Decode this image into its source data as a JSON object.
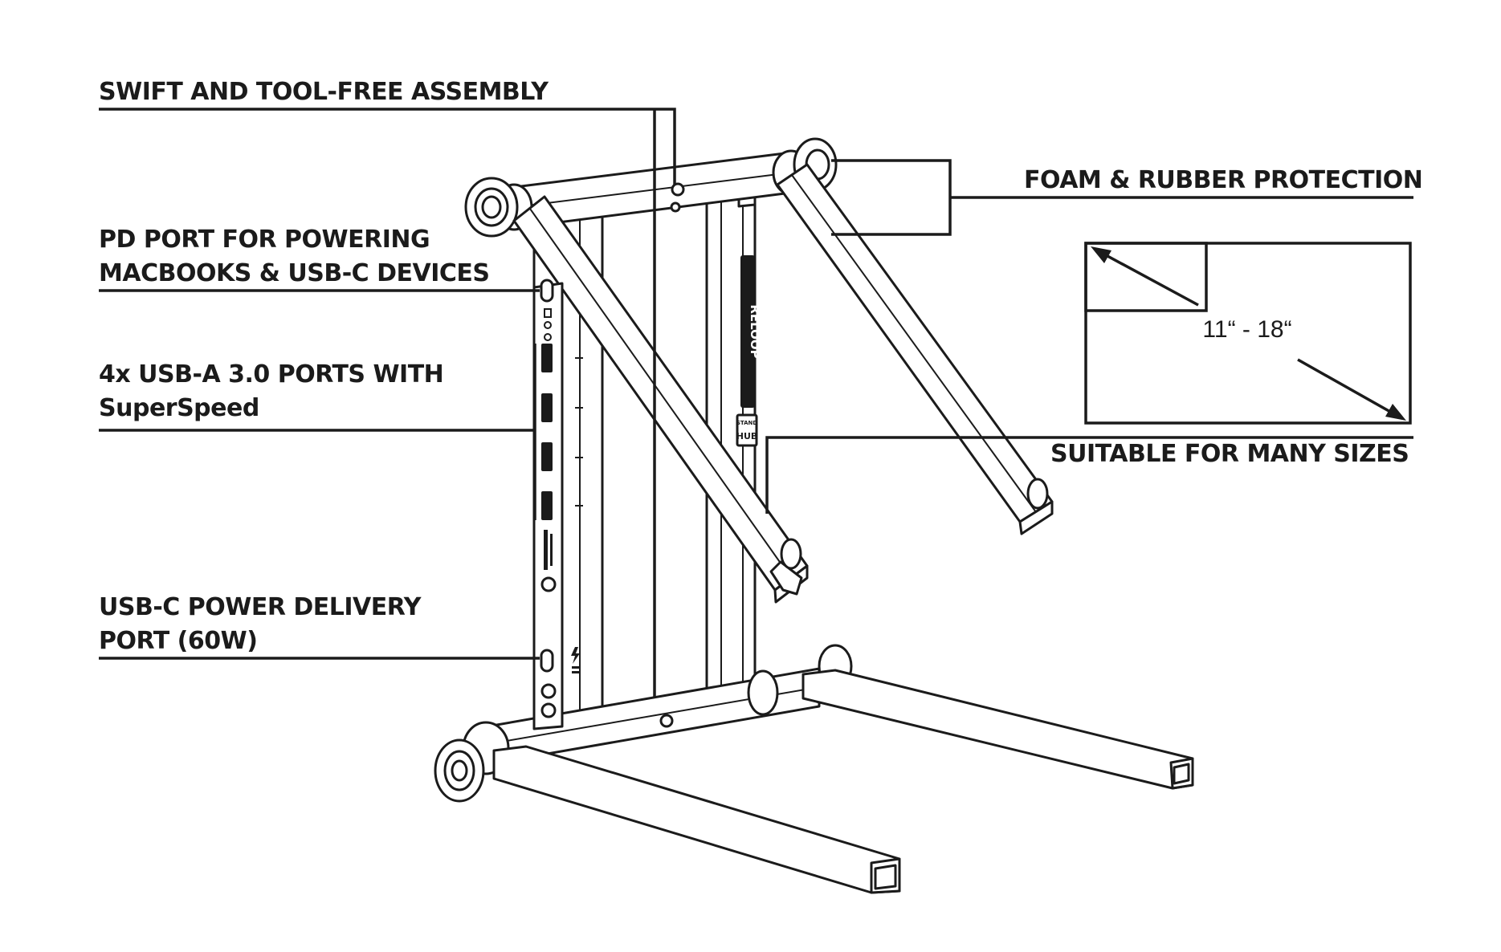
{
  "colors": {
    "ink": "#1b1b1b",
    "background": "#ffffff"
  },
  "callouts": {
    "assembly": {
      "line1": "SWIFT AND TOOL-FREE ASSEMBLY"
    },
    "pd_port": {
      "line1": "PD PORT FOR POWERING",
      "line2": "MACBOOKS & USB-C DEVICES"
    },
    "usb_a": {
      "line1": "4x USB-A 3.0 PORTS WITH",
      "line2": "SuperSpeed"
    },
    "usb_c_pd": {
      "line1": "USB-C POWER DELIVERY",
      "line2": "PORT (60W)"
    },
    "foam": {
      "line1": "FOAM & RUBBER PROTECTION"
    },
    "sizes": {
      "line1": "SUITABLE FOR MANY SIZES"
    }
  },
  "size_range": "11“ - 18“",
  "device_labels": {
    "brand_logo": "RELOOP",
    "hub_badge_top": "STAND",
    "hub_badge_bottom": "HUB"
  },
  "icons": [
    "usb-symbol-icon",
    "lightning-icon",
    "screw-icon"
  ]
}
